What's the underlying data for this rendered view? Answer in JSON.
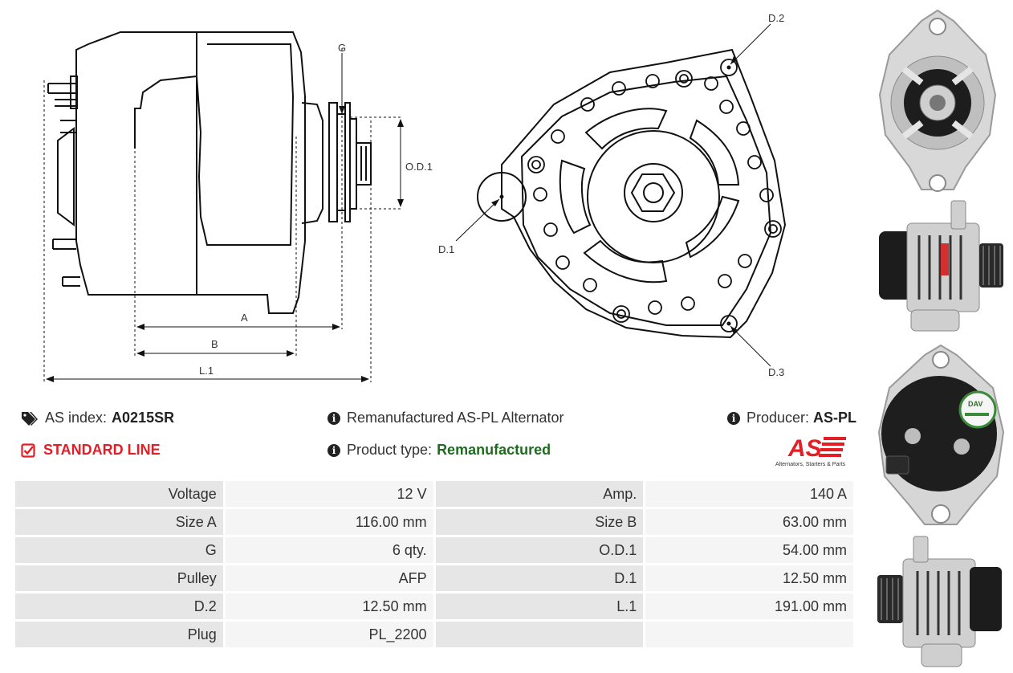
{
  "drawing": {
    "labels": {
      "G": "G",
      "OD1": "O.D.1",
      "A": "A",
      "B": "B",
      "L1": "L.1",
      "D1": "D.1",
      "D2": "D.2",
      "D3": "D.3"
    }
  },
  "info": {
    "as_index_label": "AS index:",
    "as_index_value": "A0215SR",
    "standard_line": "STANDARD LINE",
    "description": "Remanufactured AS-PL Alternator",
    "product_type_label": "Product type:",
    "product_type_value": "Remanufactured",
    "producer_label": "Producer:",
    "producer_value": "AS-PL"
  },
  "logo": {
    "mark": "AS",
    "tagline": "Alternators, Starters & Parts",
    "color": "#e31e24"
  },
  "photos": {
    "badge_text": "DAV"
  },
  "specs": [
    [
      "Voltage",
      "12 V",
      "Amp.",
      "140 A"
    ],
    [
      "Size A",
      "116.00 mm",
      "Size B",
      "63.00 mm"
    ],
    [
      "G",
      "6 qty.",
      "O.D.1",
      "54.00 mm"
    ],
    [
      "Pulley",
      "AFP",
      "D.1",
      "12.50 mm"
    ],
    [
      "D.2",
      "12.50 mm",
      "L.1",
      "191.00 mm"
    ],
    [
      "Plug",
      "PL_2200",
      "",
      ""
    ]
  ]
}
